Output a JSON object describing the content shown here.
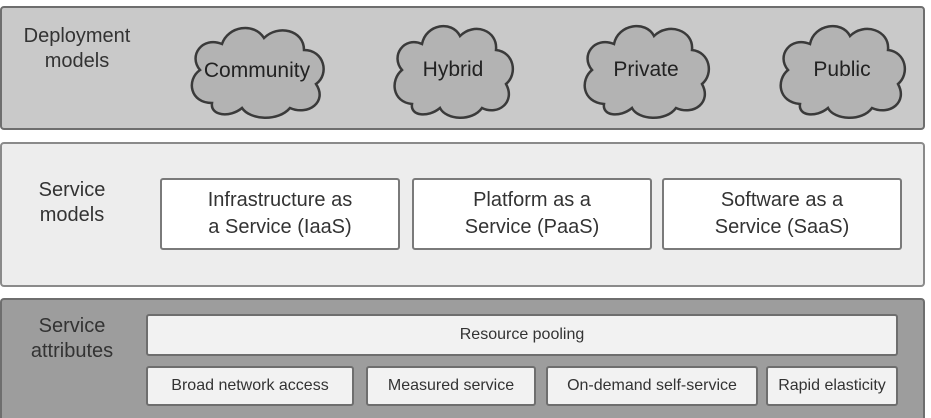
{
  "deployment": {
    "label": "Deployment\nmodels",
    "clouds": [
      "Community",
      "Hybrid",
      "Private",
      "Public"
    ]
  },
  "service_models": {
    "label": "Service\nmodels",
    "boxes": [
      "Infrastructure as\na Service (IaaS)",
      "Platform as a\nService (PaaS)",
      "Software as a\nService (SaaS)"
    ]
  },
  "service_attributes": {
    "label": "Service\nattributes",
    "top": "Resource pooling",
    "items": [
      "Broad network access",
      "Measured service",
      "On-demand self-service",
      "Rapid elasticity"
    ]
  },
  "colors": {
    "deployment_bg": "#c9c9c9",
    "service_bg": "#ededed",
    "attributes_bg": "#9d9d9d",
    "cloud_fill": "#b3b3b3"
  }
}
